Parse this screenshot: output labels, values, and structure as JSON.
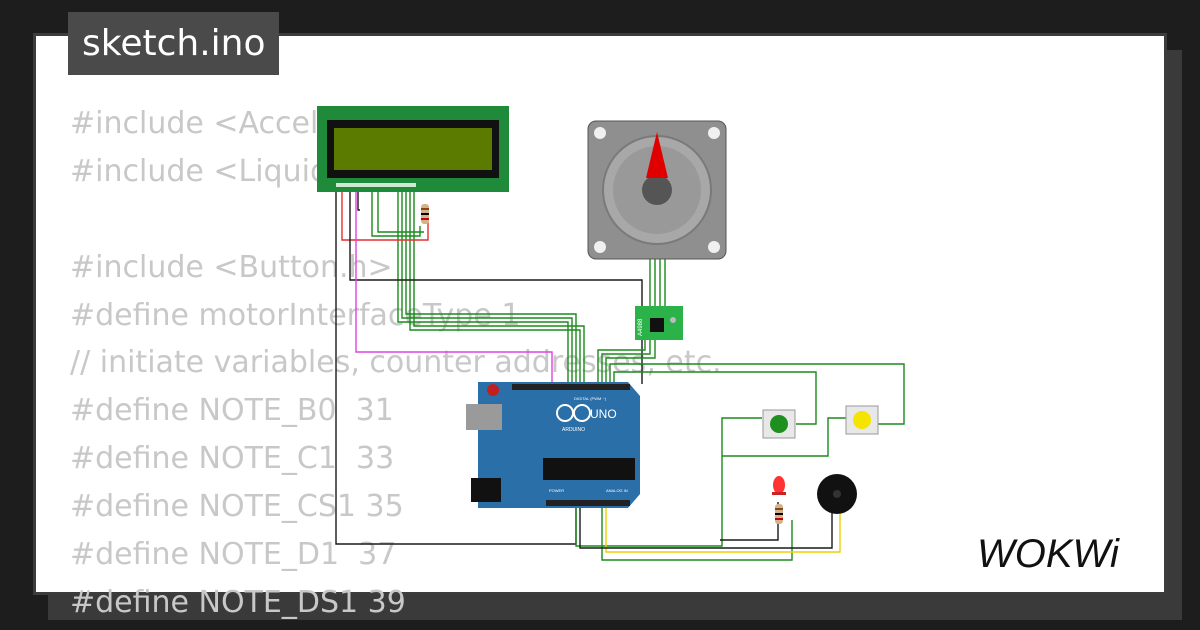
{
  "header": {
    "file_name": "sketch.ino"
  },
  "code_lines": [
    "#include <AccelS",
    "#include <Liquid",
    "",
    "#include <Button.h>",
    "#define motorInterfaceType 1",
    "// initiate variables, counter addresses, etc.",
    "#define NOTE_B0  31",
    "#define NOTE_C1  33",
    "#define NOTE_CS1 35",
    "#define NOTE_D1  37",
    "#define NOTE_DS1 39"
  ],
  "components": {
    "arduino": {
      "brand": "ARDUINO",
      "model": "UNO",
      "header_digital": "DIGITAL (PWM ~)",
      "header_power": "POWER",
      "header_analog": "ANALOG IN"
    },
    "driver": {
      "label": "A4988"
    },
    "buttons": [
      {
        "color": "#1f8f1f"
      },
      {
        "color": "#f5e400"
      }
    ],
    "led": {
      "color": "#ff3333"
    }
  },
  "logo": {
    "text": "WOKWi"
  },
  "colors": {
    "wire_green": "#1b8a1b",
    "wire_red": "#e03030",
    "wire_black": "#1a1a1a",
    "wire_magenta": "#e040e0",
    "wire_yellow": "#f0d000",
    "lcd_screen": "#5a7a00",
    "board_blue": "#2a6fa8"
  }
}
